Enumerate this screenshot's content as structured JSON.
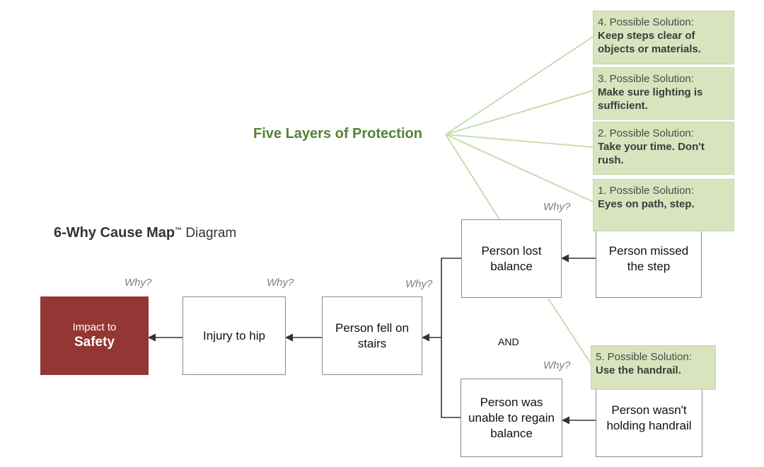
{
  "title": {
    "main": "6-Why Cause Map",
    "tm": "™",
    "suffix": " Diagram"
  },
  "protection_label": "Five Layers of Protection",
  "impact": {
    "line1": "Impact to",
    "line2": "Safety"
  },
  "boxes": {
    "injury": "Injury to hip",
    "fell": "Person fell on stairs",
    "lost_balance": "Person lost balance",
    "missed_step": "Person missed the step",
    "unable_regain": "Person was unable to regain balance",
    "not_holding": "Person wasn't holding handrail"
  },
  "and_label": "AND",
  "why_label": "Why?",
  "solutions": [
    {
      "head": "4. Possible Solution:",
      "body": "Keep steps clear of objects or materials."
    },
    {
      "head": "3. Possible Solution:",
      "body": "Make sure lighting is sufficient."
    },
    {
      "head": "2. Possible Solution:",
      "body": "Take your time. Don't rush."
    },
    {
      "head": "1. Possible Solution:",
      "body": "Eyes on path, step."
    },
    {
      "head": "5. Possible Solution:",
      "body": "Use the handrail."
    }
  ],
  "colors": {
    "impact": "#943634",
    "solution_fill": "#d7e4bd",
    "protection_text": "#548235",
    "connector_green": "#c3dfb0"
  }
}
